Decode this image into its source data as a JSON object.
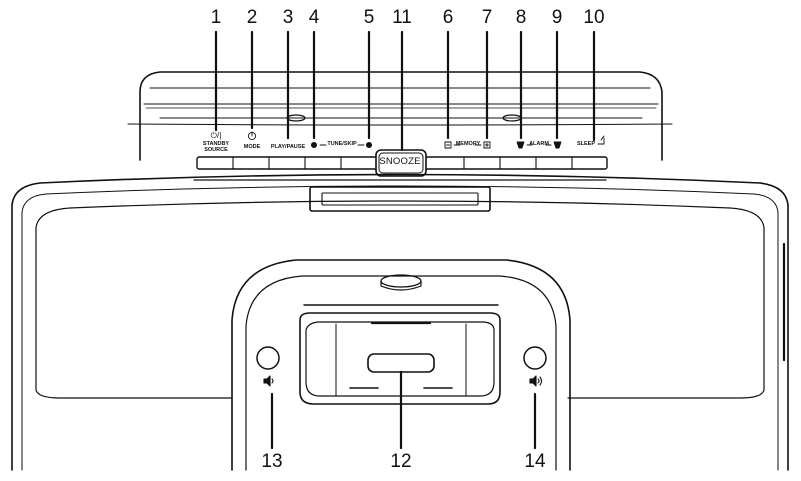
{
  "callouts": [
    "1",
    "2",
    "3",
    "4",
    "5",
    "11",
    "6",
    "7",
    "8",
    "9",
    "10",
    "13",
    "12",
    "14"
  ],
  "labels": {
    "standby_top": "⏻/|",
    "standby_1": "STANDBY",
    "standby_2": "SOURCE",
    "mode": "MODE",
    "playpause": "PLAY/PAUSE",
    "tuneskip": "TUNE/SKIP",
    "snooze": "SNOOZE",
    "memory": "MEMORY",
    "alarm": "ALARM",
    "sleep": "SLEEP"
  }
}
